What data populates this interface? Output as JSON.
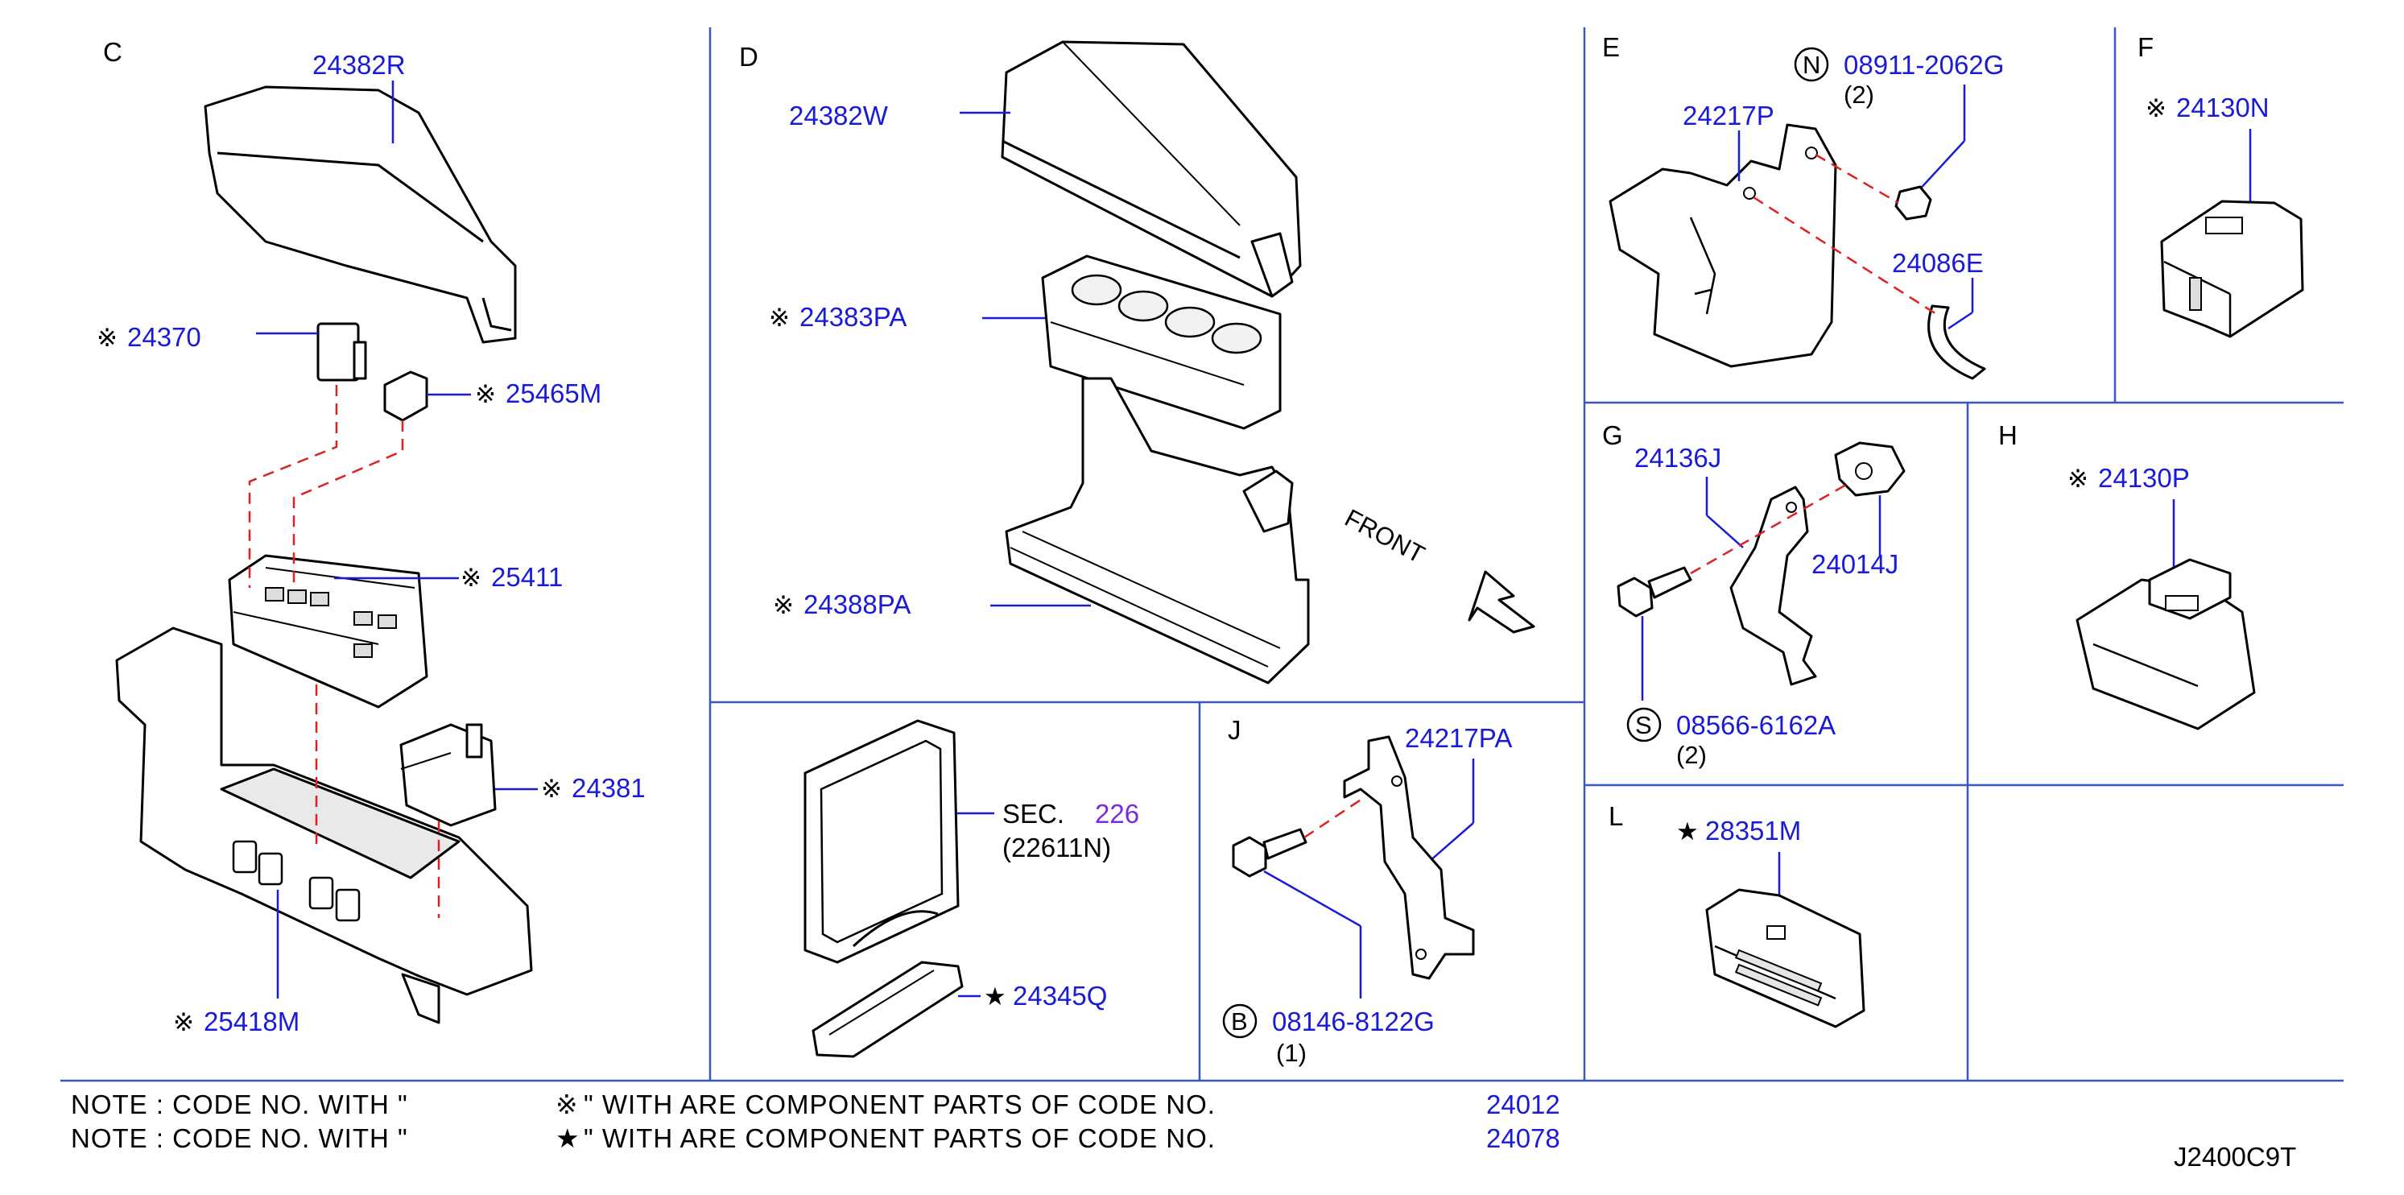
{
  "panels": {
    "c": {
      "label": "C",
      "parts": [
        "24382R",
        "24370",
        "25465M",
        "25411",
        "24381",
        "25418M"
      ]
    },
    "d": {
      "label": "D",
      "parts": [
        "24382W",
        "24383PA",
        "24388PA"
      ],
      "front_label": "FRONT"
    },
    "e": {
      "label": "E",
      "parts": [
        "08911-2062G",
        "24217P",
        "24086E"
      ],
      "nut_marker": "N",
      "nut_qty": "(2)"
    },
    "f": {
      "label": "F",
      "parts": [
        "24130N"
      ]
    },
    "g": {
      "label": "G",
      "parts": [
        "24136J",
        "24014J",
        "08566-6162A"
      ],
      "screw_marker": "S",
      "screw_qty": "(2)"
    },
    "h": {
      "label": "H",
      "parts": [
        "24130P"
      ]
    },
    "ecm": {
      "sec_label": "SEC.",
      "sec_number": "226",
      "sec_code": "(22611N)",
      "parts": [
        "24345Q"
      ]
    },
    "j": {
      "label": "J",
      "parts": [
        "24217PA",
        "08146-8122G"
      ],
      "bolt_marker": "B",
      "bolt_qty": "(1)"
    },
    "l": {
      "label": "L",
      "parts": [
        "28351M"
      ]
    }
  },
  "symbols": {
    "flower": "※",
    "star": "★"
  },
  "notes": [
    {
      "prefix": "NOTE  :  CODE  NO.  WITH  \"",
      "symbol": "※",
      "suffix": "\"  WITH  ARE  COMPONENT  PARTS  OF  CODE  NO.",
      "code": "24012"
    },
    {
      "prefix": "NOTE  :  CODE  NO.  WITH  \"",
      "symbol": "★",
      "suffix": "\"  WITH  ARE  COMPONENT  PARTS  OF  CODE  NO.",
      "code": "24078"
    }
  ],
  "diagram_id": "J2400C9T",
  "colors": {
    "part_number": "#1a1adb",
    "section_ref": "#7b2ae0",
    "leader": "#1a1adb",
    "assembly_dash": "#e02020",
    "frame": "#3a55c4"
  }
}
